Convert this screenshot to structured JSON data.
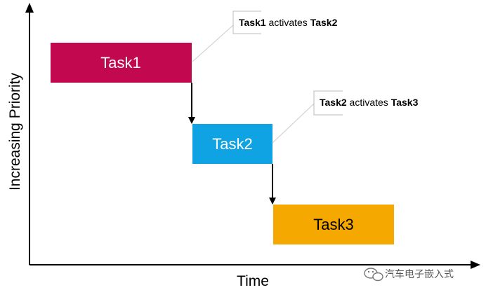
{
  "axes": {
    "x_label": "Time",
    "y_label": "Increasing Priority"
  },
  "tasks": [
    {
      "label": "Task1",
      "color": "#c2094f"
    },
    {
      "label": "Task2",
      "color": "#0fa3e3"
    },
    {
      "label": "Task3",
      "color": "#f4a800"
    }
  ],
  "callouts": [
    {
      "bold_a": "Task1",
      "mid": " activates ",
      "bold_b": "Task2"
    },
    {
      "bold_a": "Task2",
      "mid": " activates ",
      "bold_b": "Task3"
    }
  ],
  "watermark": {
    "text": "汽车电子嵌入式",
    "icon": "wechat-icon"
  }
}
